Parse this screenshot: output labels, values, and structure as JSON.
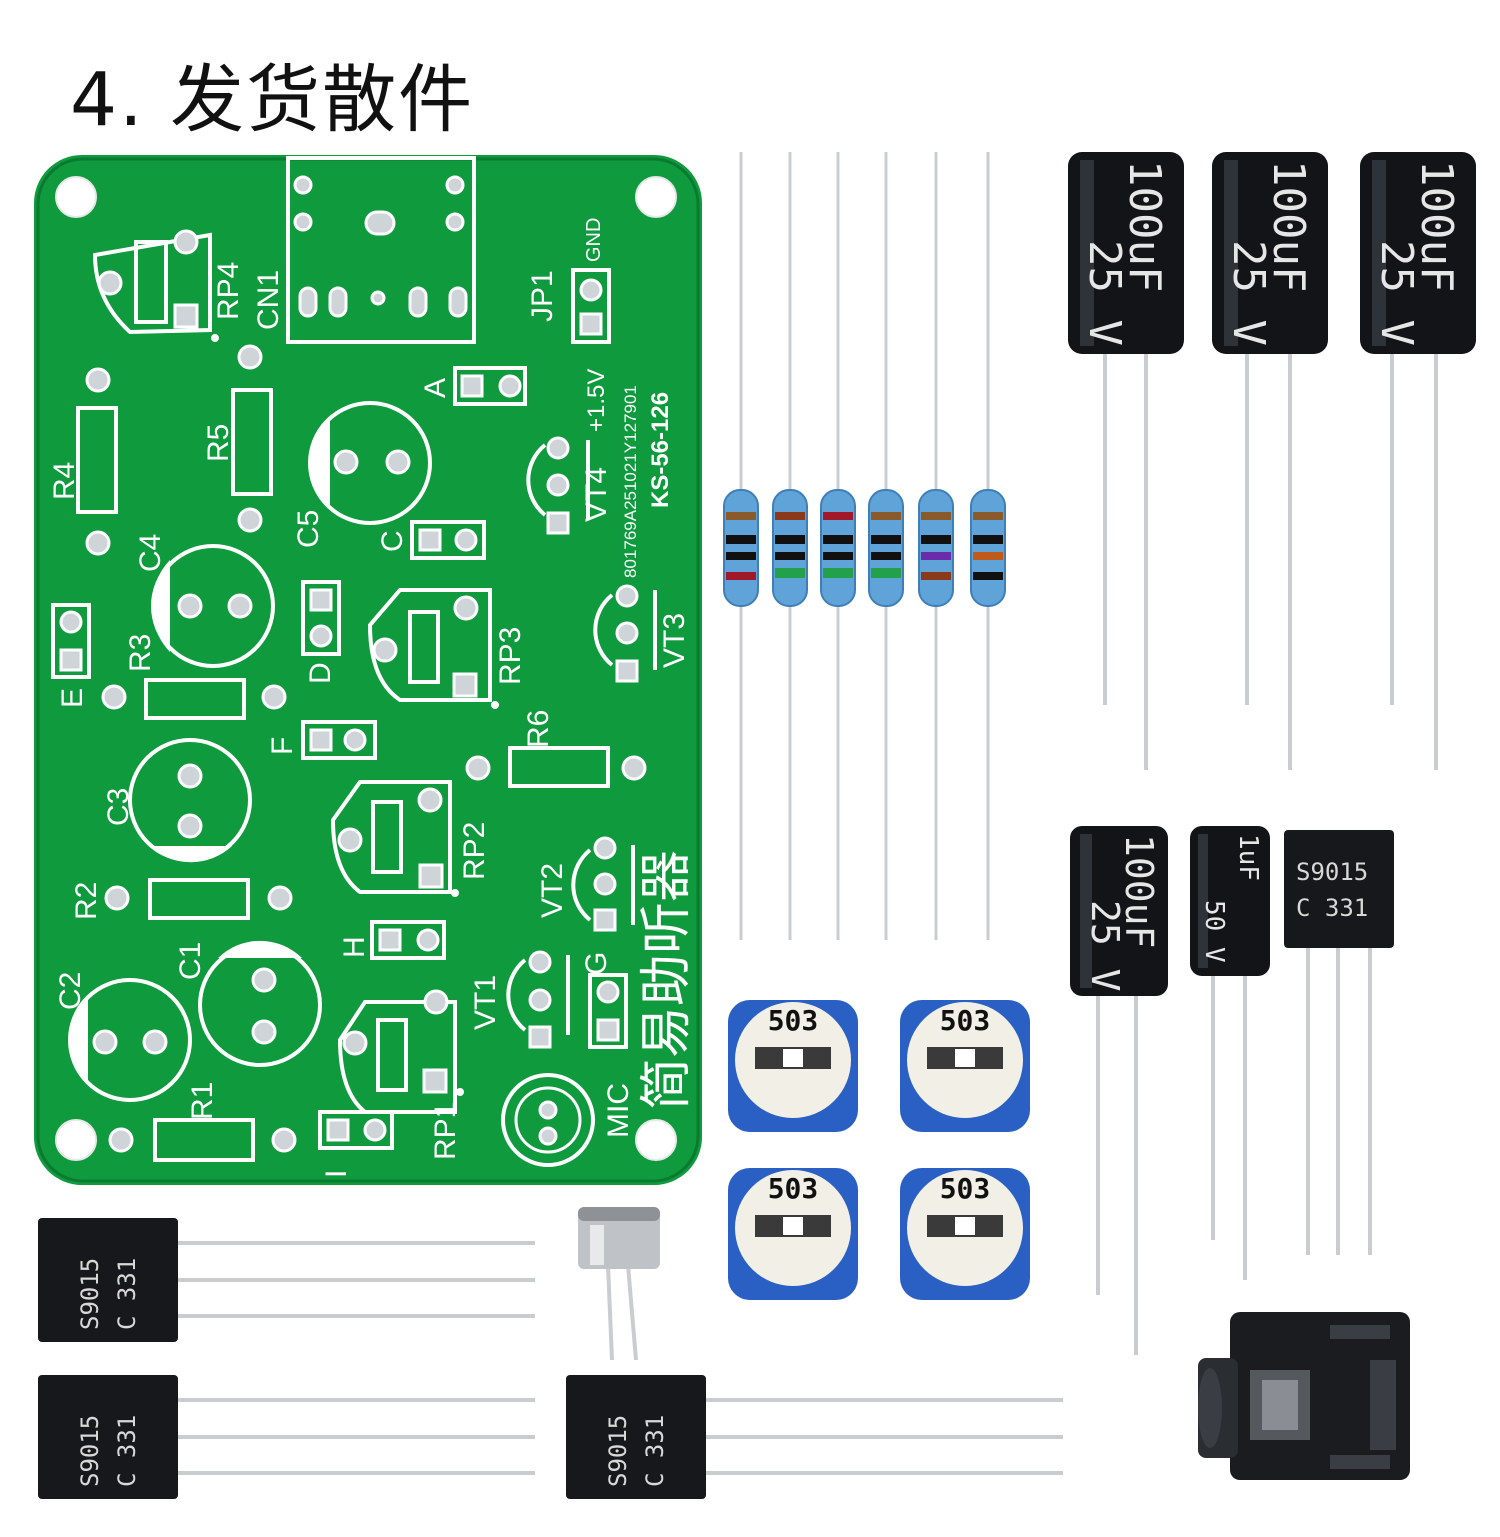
{
  "title": "4. 发货散件",
  "colors": {
    "pcb": "#0f9a3e",
    "pcb_dark": "#0b7a31",
    "silkscreen": "#ffffff",
    "pad": "#d9dde2",
    "capacitor": "#121418",
    "transistor": "#16181b",
    "trimpot": "#2a5fc4",
    "resistor_body": "#5fa3d9",
    "lead": "#c9ccd0"
  },
  "pcb": {
    "product_name": "简易助听器",
    "model": "KS-56-126",
    "serial": "801769A251021Y127901",
    "supply": "+1.5V",
    "labels": [
      "RP4",
      "CN1",
      "JP1",
      "GND",
      "R4",
      "R5",
      "C5",
      "C4",
      "A",
      "VT4",
      "C",
      "R3",
      "E",
      "D",
      "RP3",
      "VT3",
      "F",
      "R6",
      "C3",
      "RP2",
      "VT2",
      "R2",
      "C1",
      "H",
      "VT1",
      "G",
      "C2",
      "R1",
      "I",
      "RP1",
      "MIC"
    ]
  },
  "parts": {
    "resistors": 6,
    "cap_100uf_label_top": "100uF",
    "cap_100uf_label_bottom": "25 V",
    "cap_1uf_label_top": "1uF",
    "cap_1uf_label_bottom": "50 V",
    "trimpot_code": "503",
    "transistor_code_1": "S9015",
    "transistor_code_2": "C 331"
  }
}
